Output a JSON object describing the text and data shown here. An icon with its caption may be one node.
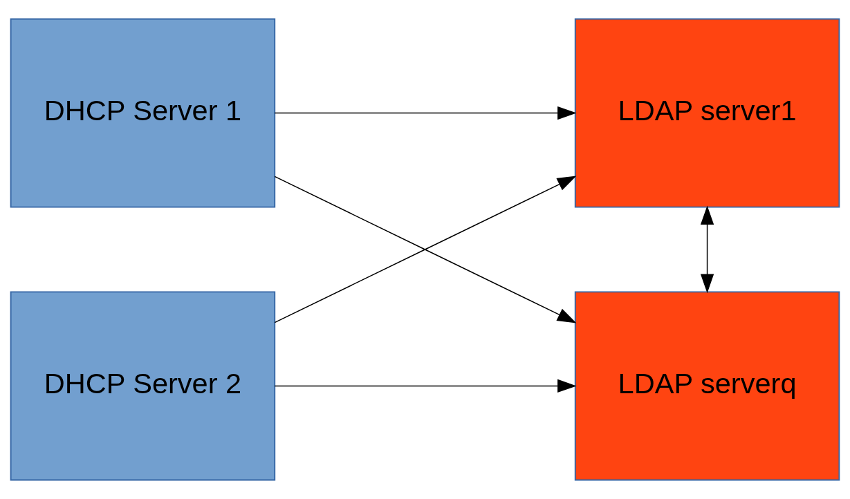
{
  "diagram": {
    "nodes": [
      {
        "text": [
          "DHCP Server 1"
        ]
      },
      {
        "text": [
          "DHCP Server 2"
        ]
      },
      {
        "text": [
          "LDAP server1"
        ]
      },
      {
        "text": [
          "LDAP serverq"
        ]
      }
    ],
    "edges": [
      {
        "from": 0,
        "to": 2,
        "arrow": "to"
      },
      {
        "from": 0,
        "to": 3,
        "arrow": "to"
      },
      {
        "from": 1,
        "to": 2,
        "arrow": "to"
      },
      {
        "from": 1,
        "to": 3,
        "arrow": "to"
      },
      {
        "from": 2,
        "to": 3,
        "arrow": "both"
      }
    ]
  }
}
